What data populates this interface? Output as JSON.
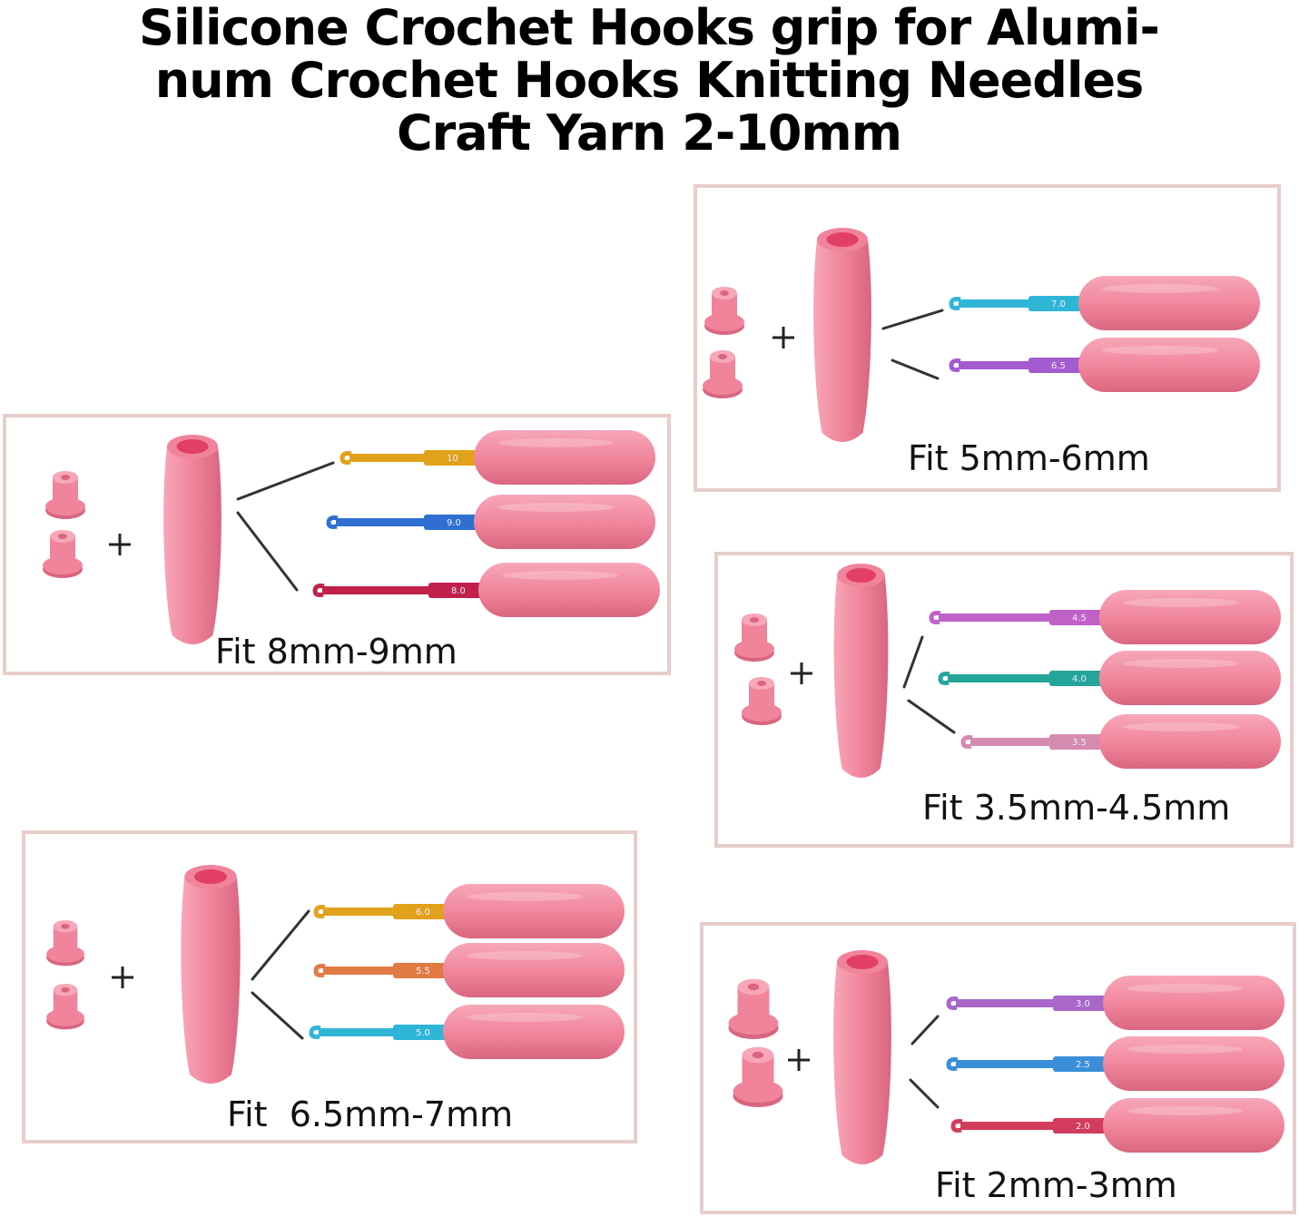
{
  "title": {
    "line1": "Silicone Crochet Hooks grip for Alumi-",
    "line2": "num Crochet Hooks Knitting Needles",
    "line3": "Craft Yarn 2-10mm"
  },
  "colors": {
    "panel_border": "#e7cdcb",
    "grip_pink": "#f0849b",
    "grip_pink_light": "#f7a7b8",
    "grip_pink_dark": "#d9667f",
    "plus": "#222222"
  },
  "panels": [
    {
      "id": "fit-5-6",
      "label": "Fit 5mm-6mm",
      "hook_count": 2,
      "hook_labels": [
        "7.0",
        "6.5"
      ],
      "hook_colors": [
        "#2fb6d6",
        "#a35bd0"
      ]
    },
    {
      "id": "fit-8-9",
      "label": "Fit 8mm-9mm",
      "hook_count": 3,
      "hook_labels": [
        "10",
        "9.0",
        "8.0"
      ],
      "hook_colors": [
        "#e2a11a",
        "#2f6fd2",
        "#c0204a"
      ]
    },
    {
      "id": "fit-3.5-4.5",
      "label": "Fit 3.5mm-4.5mm",
      "hook_count": 3,
      "hook_labels": [
        "4.5",
        "4.0",
        "3.5"
      ],
      "hook_colors": [
        "#c061c8",
        "#23a59a",
        "#d58ab0"
      ]
    },
    {
      "id": "fit-6.5-7",
      "label": "Fit  6.5mm-7mm",
      "hook_count": 3,
      "hook_labels": [
        "6.0",
        "5.5",
        "5.0"
      ],
      "hook_colors": [
        "#e2a11a",
        "#e27a44",
        "#2fb6d6"
      ]
    },
    {
      "id": "fit-2-3",
      "label": "Fit 2mm-3mm",
      "hook_count": 3,
      "hook_labels": [
        "3.0",
        "2.5",
        "2.0"
      ],
      "hook_colors": [
        "#a867c9",
        "#3a8fd8",
        "#d23b5c"
      ]
    }
  ]
}
